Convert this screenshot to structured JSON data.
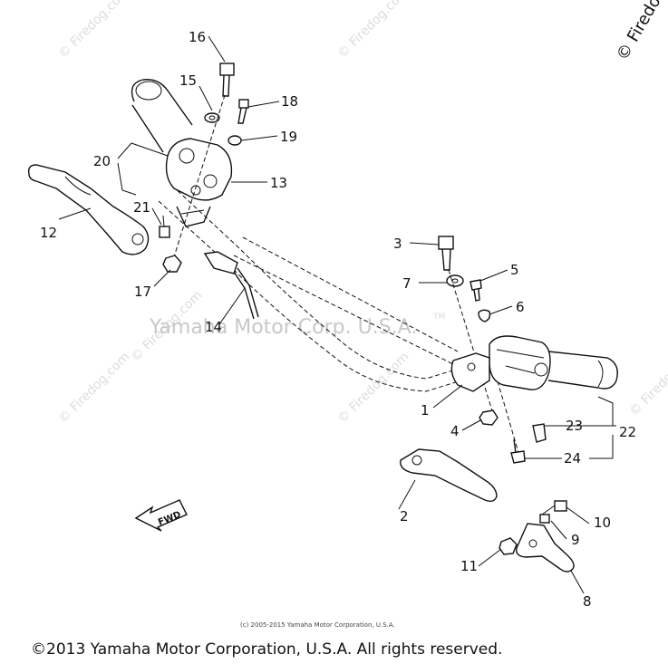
{
  "watermark": {
    "center": "Yamaha Motor Corp. U.S.A.",
    "tm": "TM",
    "tiles": [
      "© Firedog.com",
      "© Firedog.com",
      "© Firedog.com",
      "© Firedog.com",
      "© Firedog.com",
      "© Firedog.com"
    ],
    "corner": "© Firedo"
  },
  "fwd_label": "FWD",
  "callouts": {
    "c1": "1",
    "c2": "2",
    "c3": "3",
    "c4": "4",
    "c5": "5",
    "c6": "6",
    "c7": "7",
    "c8": "8",
    "c9": "9",
    "c10": "10",
    "c11": "11",
    "c12": "12",
    "c13": "13",
    "c14": "14",
    "c15": "15",
    "c16": "16",
    "c17": "17",
    "c18": "18",
    "c19": "19",
    "c20": "20",
    "c21": "21",
    "c22": "22",
    "c23": "23",
    "c24": "24"
  },
  "small_copyright": "(c) 2005-2015 Yamaha Motor Corporation, U.S.A.",
  "footer_copyright": "©2013 Yamaha Motor Corporation, U.S.A. All rights reserved."
}
